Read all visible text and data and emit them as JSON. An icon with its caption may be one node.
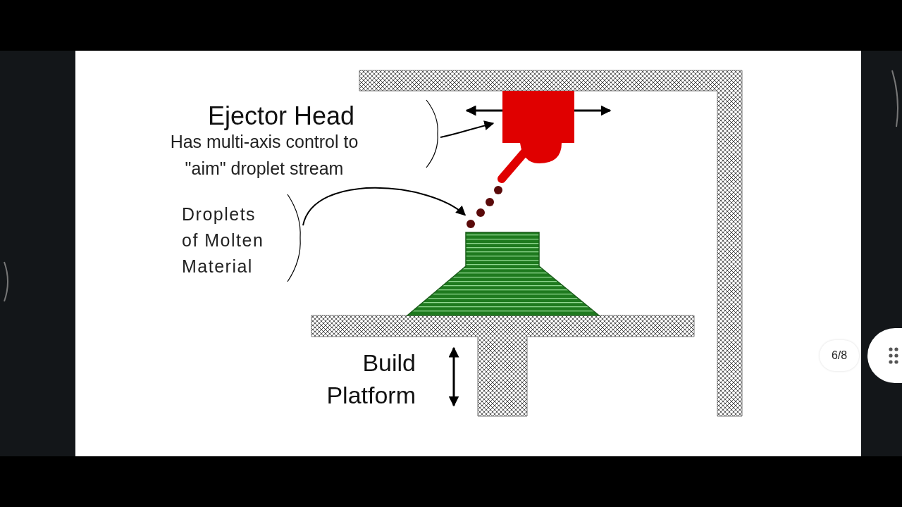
{
  "diagram": {
    "nodes": [
      {
        "text": [
          "Ejector Head",
          "Has multi-axis control to \"aim\" droplet stream"
        ]
      },
      {
        "text": [],
        "shape": "picture"
      },
      {
        "text": [
          "Droplets of Molten Material"
        ]
      },
      {
        "text": [],
        "shape": "picture"
      }
    ],
    "edges": [
      {
        "from": 0,
        "to": 1,
        "arrow": "to"
      },
      {
        "from": 2,
        "to": 3,
        "arrow": "to"
      }
    ],
    "labels": [
      "Build Platform",
      "6/8"
    ]
  }
}
